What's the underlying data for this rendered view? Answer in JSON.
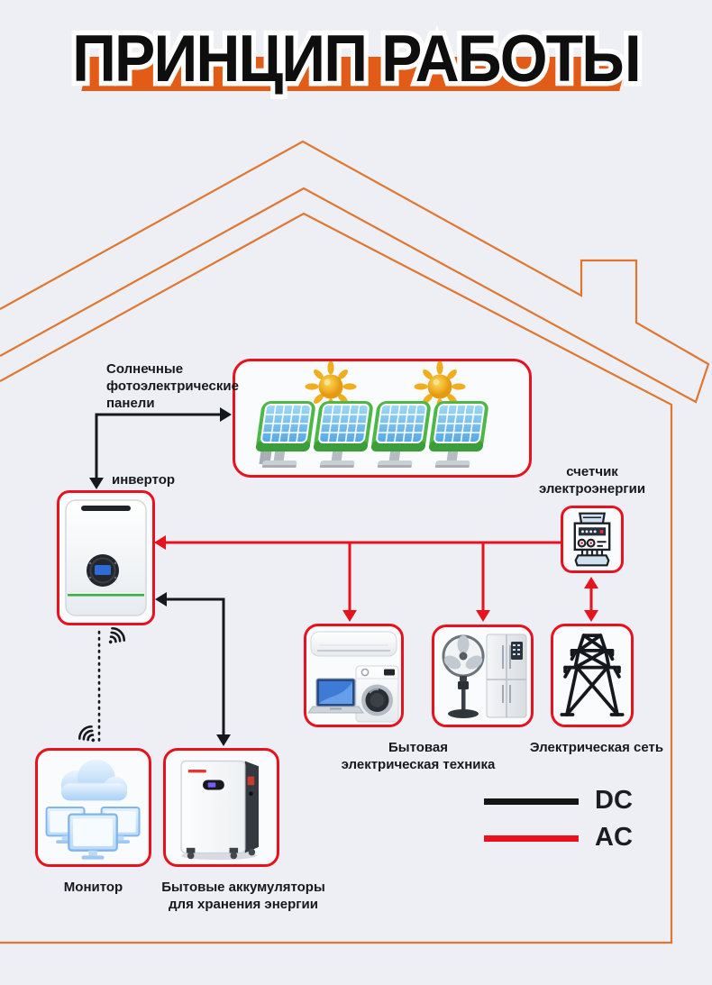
{
  "title": "ПРИНЦИП РАБОТЫ",
  "colors": {
    "background": "#EDEFF4",
    "banner_orange": "#E25B17",
    "house_outline_orange": "#E0762F",
    "box_and_ac_red": "#E8121E",
    "dc_black": "#15181D",
    "panel_green": "#4DB848",
    "cell_blue": "#8ECDF0",
    "sun_gold": "#EFAE1D",
    "cloud_blue": "#BCD9F8"
  },
  "nodes": {
    "solar_panels": {
      "label": "Солнечные\nфотоэлектрические\nпанели"
    },
    "inverter": {
      "label": "инвертор"
    },
    "meter": {
      "label": "счетчик\nэлектроэнергии"
    },
    "appliances": {
      "label": "Бытовая\nэлектрическая техника"
    },
    "grid": {
      "label": "Электрическая сеть"
    },
    "monitor": {
      "label": "Монитор"
    },
    "battery": {
      "label": "Бытовые аккумуляторы\nдля хранения энергии"
    }
  },
  "legend": {
    "dc_label": "DC",
    "ac_label": "AC",
    "dc_color": "#141414",
    "ac_color": "#E8121E"
  }
}
